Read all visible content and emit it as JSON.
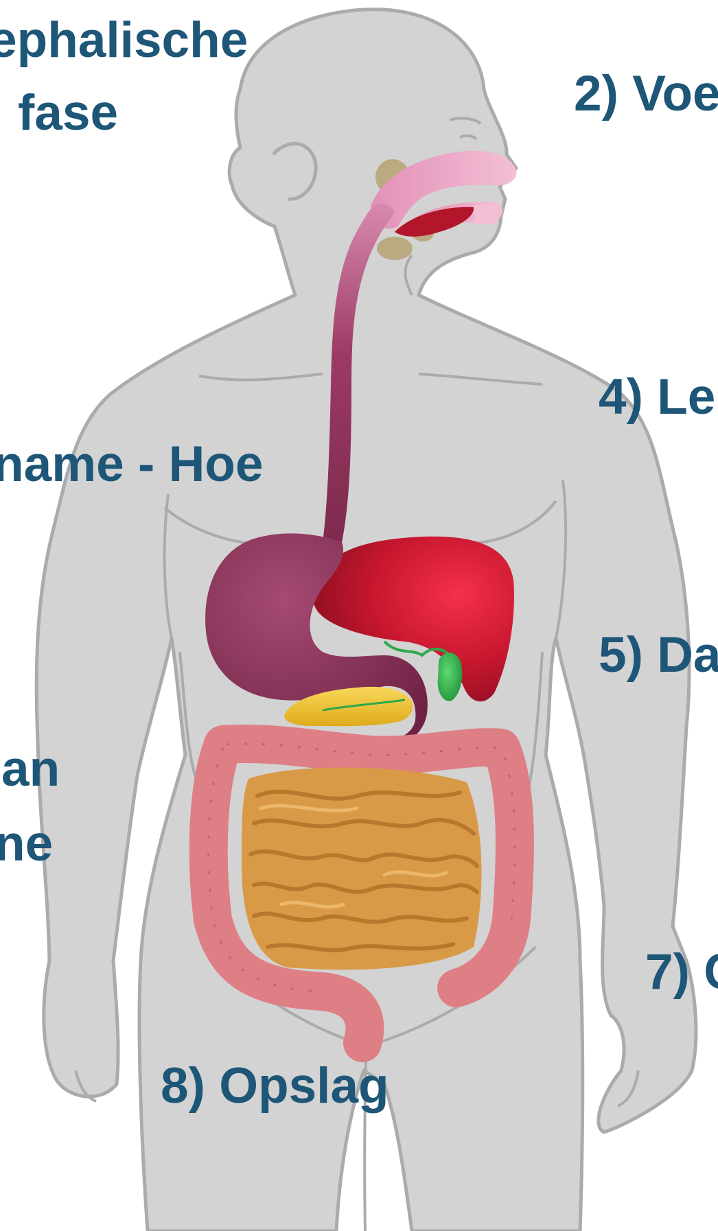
{
  "labels": {
    "cephalische_line1": "ephalische",
    "cephalische_line2": "fase",
    "voedsel": "2) Voe",
    "inname": "name - Hoe",
    "lever": "4) Le",
    "darm": "5) Da",
    "aan_line1": "an",
    "aan_line2": "ne",
    "step7": "7) C",
    "opslag": "8) Opslag"
  },
  "colors": {
    "label_text": "#1e5678",
    "body_silhouette": "#d3d3d3",
    "body_outline": "#ababab",
    "oral_cavity": "#e9a4c2",
    "esophagus_stomach": "#8b2f55",
    "liver": "#c0192f",
    "gallbladder": "#2fb54a",
    "pancreas": "#f0c52e",
    "large_intestine": "#de7f85",
    "small_intestine": "#d99a48",
    "salivary_glands": "#b9aa80"
  }
}
